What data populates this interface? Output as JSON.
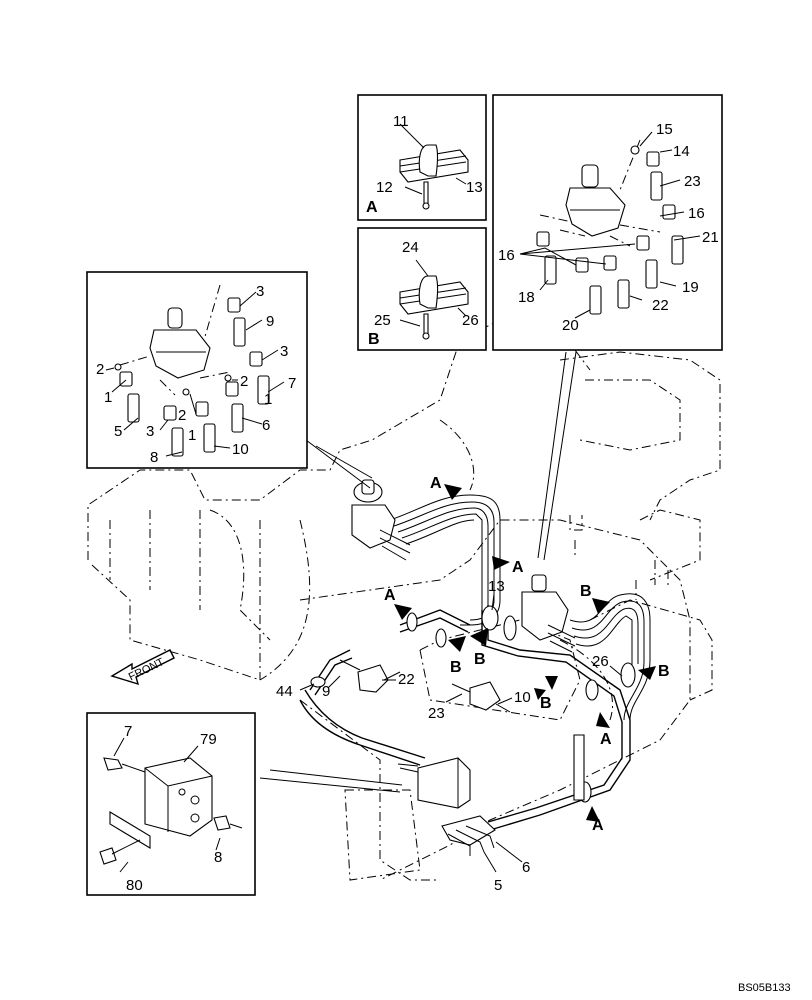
{
  "figure": {
    "reference_code": "BS05B133",
    "front_label": "FRONT"
  },
  "insets": {
    "detail_a": {
      "letter": "A",
      "labels": [
        "11",
        "12",
        "13"
      ]
    },
    "detail_b": {
      "letter": "B",
      "labels": [
        "24",
        "25",
        "26"
      ]
    }
  },
  "callouts": {
    "c3a": "3",
    "c9a": "9",
    "c3b": "3",
    "c2a": "2",
    "c2b": "2",
    "c1a": "1",
    "c7a": "7",
    "c1b": "1",
    "c5a": "5",
    "c3c": "3",
    "c2c": "2",
    "c1c": "1",
    "c6a": "6",
    "c8a": "8",
    "c10a": "10",
    "c15": "15",
    "c14": "14",
    "c23a": "23",
    "c16a": "16",
    "c16b": "16",
    "c21": "21",
    "c18": "18",
    "c22a": "22",
    "c19": "19",
    "c20": "20",
    "m13": "13",
    "m26": "26",
    "m44": "44",
    "m9": "9",
    "m22": "22",
    "m10": "10",
    "m23": "23",
    "m6": "6",
    "m5": "5",
    "d7": "7",
    "d79": "79",
    "d8": "8",
    "d80": "80"
  },
  "section_markers": {
    "a1": "A",
    "a2": "A",
    "a3": "A",
    "a4": "A",
    "a5": "A",
    "b1": "B",
    "b2": "B",
    "b3": "B",
    "b4": "B",
    "b5": "B",
    "b6": "B"
  }
}
